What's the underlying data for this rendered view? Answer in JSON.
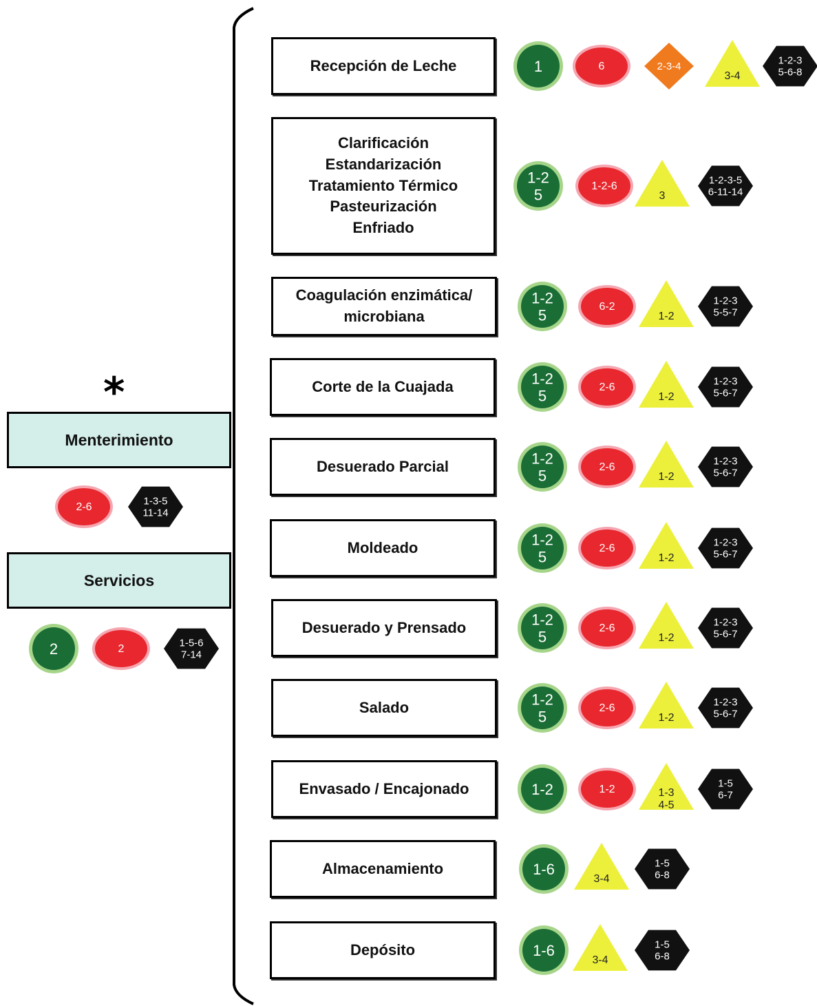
{
  "marker": "*",
  "side": [
    {
      "label": "Menterimiento",
      "badges": [
        {
          "type": "red",
          "text": "2-6"
        },
        {
          "type": "black",
          "text": "1-3-5\n11-14"
        }
      ]
    },
    {
      "label": "Servicios",
      "badges": [
        {
          "type": "green",
          "text": "2"
        },
        {
          "type": "red",
          "text": "2"
        },
        {
          "type": "black",
          "text": "1-5-6\n7-14"
        }
      ]
    }
  ],
  "steps": [
    {
      "lines": [
        "Recepción de Leche"
      ],
      "badges": [
        {
          "type": "green",
          "text": "1"
        },
        {
          "type": "red",
          "text": "6"
        },
        {
          "type": "orange",
          "text": "2-3-4"
        },
        {
          "type": "yellow",
          "text": "3-4"
        },
        {
          "type": "black",
          "text": "1-2-3\n5-6-8"
        }
      ]
    },
    {
      "lines": [
        "Clarificación",
        "Estandarización",
        "Tratamiento Térmico",
        "Pasteurización",
        "Enfriado"
      ],
      "badges": [
        {
          "type": "green",
          "text": "1-2\n5"
        },
        {
          "type": "red",
          "text": "1-2-6"
        },
        {
          "type": "yellow",
          "text": "3"
        },
        {
          "type": "black",
          "text": "1-2-3-5\n6-11-14"
        }
      ]
    },
    {
      "lines": [
        "Coagulación enzimática/",
        "microbiana"
      ],
      "badges": [
        {
          "type": "green",
          "text": "1-2\n5"
        },
        {
          "type": "red",
          "text": "6-2"
        },
        {
          "type": "yellow",
          "text": "1-2"
        },
        {
          "type": "black",
          "text": "1-2-3\n5-5-7"
        }
      ]
    },
    {
      "lines": [
        "Corte de la Cuajada"
      ],
      "badges": [
        {
          "type": "green",
          "text": "1-2\n5"
        },
        {
          "type": "red",
          "text": "2-6"
        },
        {
          "type": "yellow",
          "text": "1-2"
        },
        {
          "type": "black",
          "text": "1-2-3\n5-6-7"
        }
      ]
    },
    {
      "lines": [
        "Desuerado Parcial"
      ],
      "badges": [
        {
          "type": "green",
          "text": "1-2\n5"
        },
        {
          "type": "red",
          "text": "2-6"
        },
        {
          "type": "yellow",
          "text": "1-2"
        },
        {
          "type": "black",
          "text": "1-2-3\n5-6-7"
        }
      ]
    },
    {
      "lines": [
        "Moldeado"
      ],
      "badges": [
        {
          "type": "green",
          "text": "1-2\n5"
        },
        {
          "type": "red",
          "text": "2-6"
        },
        {
          "type": "yellow",
          "text": "1-2"
        },
        {
          "type": "black",
          "text": "1-2-3\n5-6-7"
        }
      ]
    },
    {
      "lines": [
        "Desuerado y Prensado"
      ],
      "badges": [
        {
          "type": "green",
          "text": "1-2\n5"
        },
        {
          "type": "red",
          "text": "2-6"
        },
        {
          "type": "yellow",
          "text": "1-2"
        },
        {
          "type": "black",
          "text": "1-2-3\n5-6-7"
        }
      ]
    },
    {
      "lines": [
        "Salado"
      ],
      "badges": [
        {
          "type": "green",
          "text": "1-2\n5"
        },
        {
          "type": "red",
          "text": "2-6"
        },
        {
          "type": "yellow",
          "text": "1-2"
        },
        {
          "type": "black",
          "text": "1-2-3\n5-6-7"
        }
      ]
    },
    {
      "lines": [
        "Envasado / Encajonado"
      ],
      "badges": [
        {
          "type": "green",
          "text": "1-2"
        },
        {
          "type": "red",
          "text": "1-2"
        },
        {
          "type": "yellow",
          "text": "1-3\n4-5"
        },
        {
          "type": "black",
          "text": "1-5\n6-7"
        }
      ]
    },
    {
      "lines": [
        "Almacenamiento"
      ],
      "badges": [
        {
          "type": "green",
          "text": "1-6"
        },
        {
          "type": "yellow",
          "text": "3-4"
        },
        {
          "type": "black",
          "text": "1-5\n6-8"
        }
      ]
    },
    {
      "lines": [
        "Depósito"
      ],
      "badges": [
        {
          "type": "green",
          "text": "1-6"
        },
        {
          "type": "yellow",
          "text": "3-4"
        },
        {
          "type": "black",
          "text": "1-5\n6-8"
        }
      ]
    }
  ],
  "colors": {
    "green": "#1a6e35",
    "green_ring": "#a6d58a",
    "red": "#e8282e",
    "red_ring": "#f5a6b0",
    "orange": "#f07a1e",
    "yellow": "#ecf03a",
    "black": "#111111",
    "panel": "#d4eeea"
  }
}
